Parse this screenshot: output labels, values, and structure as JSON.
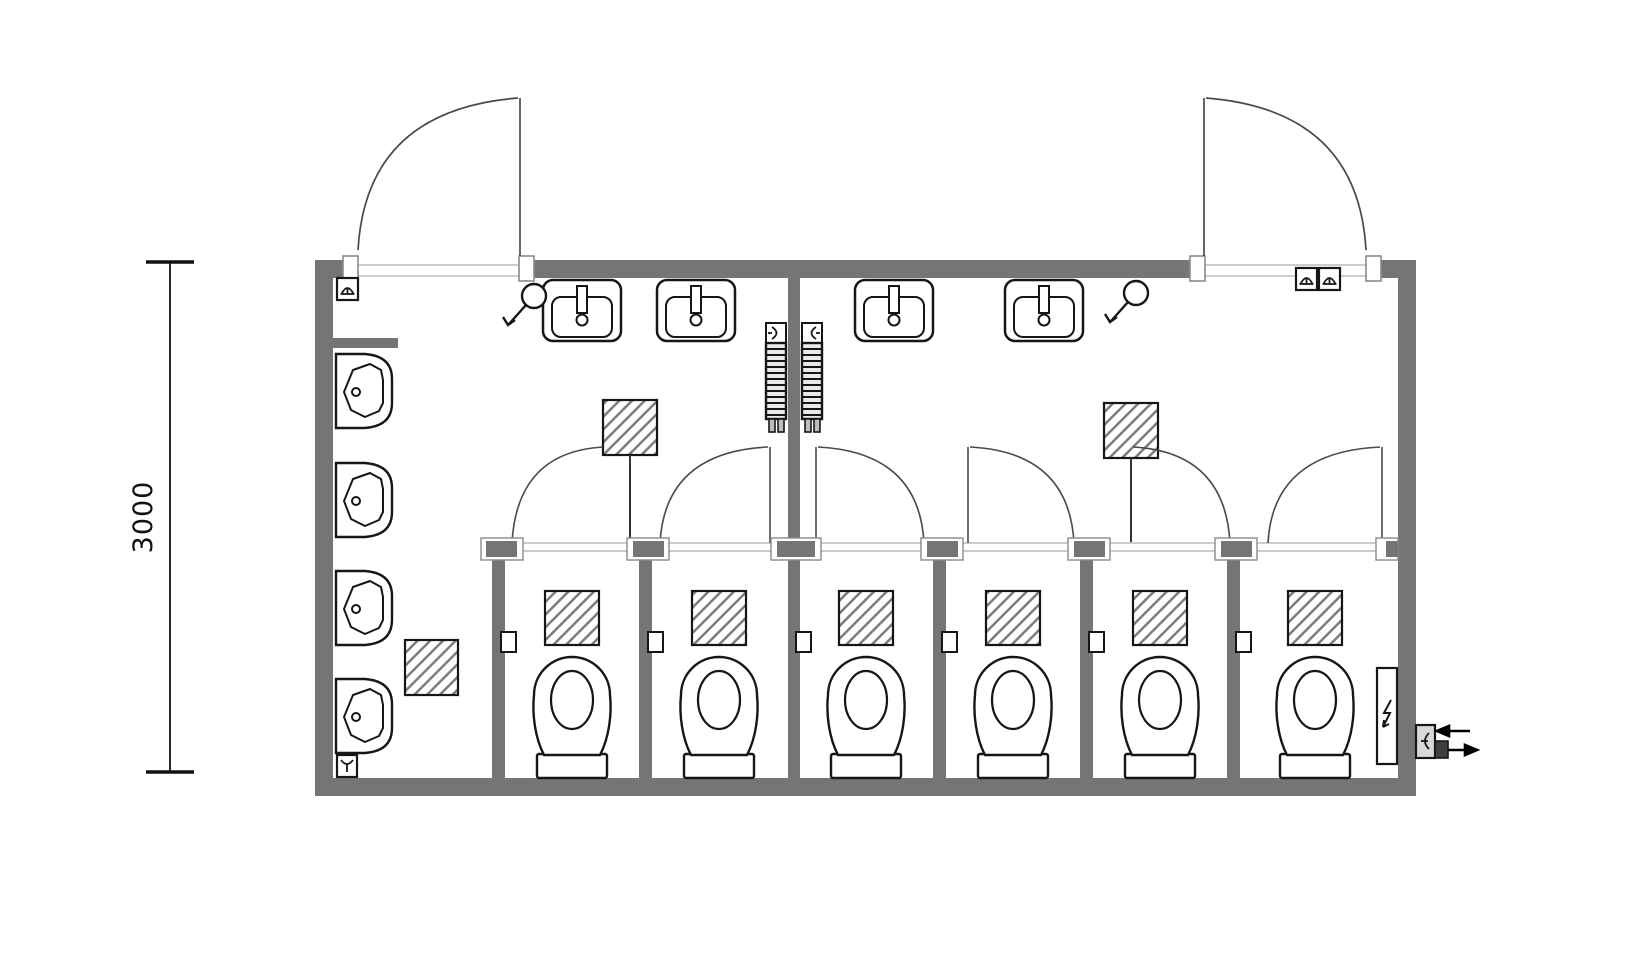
{
  "diagram": {
    "kind": "sanitary-container-floor-plan",
    "dimension_label": "3000",
    "colors": {
      "wall_fill": "#757575",
      "outline": "#161616",
      "door_arc": "#4a4a4a",
      "light_line": "#cccccc",
      "hatch_line": "#7d7d7d",
      "connector_box": "#d8d8d8",
      "connector_plug": "#3f3f3f"
    },
    "inventory": {
      "entrance_doors": 2,
      "toilet_stalls": 6,
      "toilets": 6,
      "cistern_ducts": 6,
      "paper_holders": 6,
      "washbasins": 4,
      "urinals": 4,
      "radiators": 2,
      "vent_ducts": 2,
      "hand_dryers": 2,
      "tap_symbols": 3,
      "floor_drain_symbols": 1,
      "electrical_panels": 1,
      "utility_connections": 1
    }
  }
}
